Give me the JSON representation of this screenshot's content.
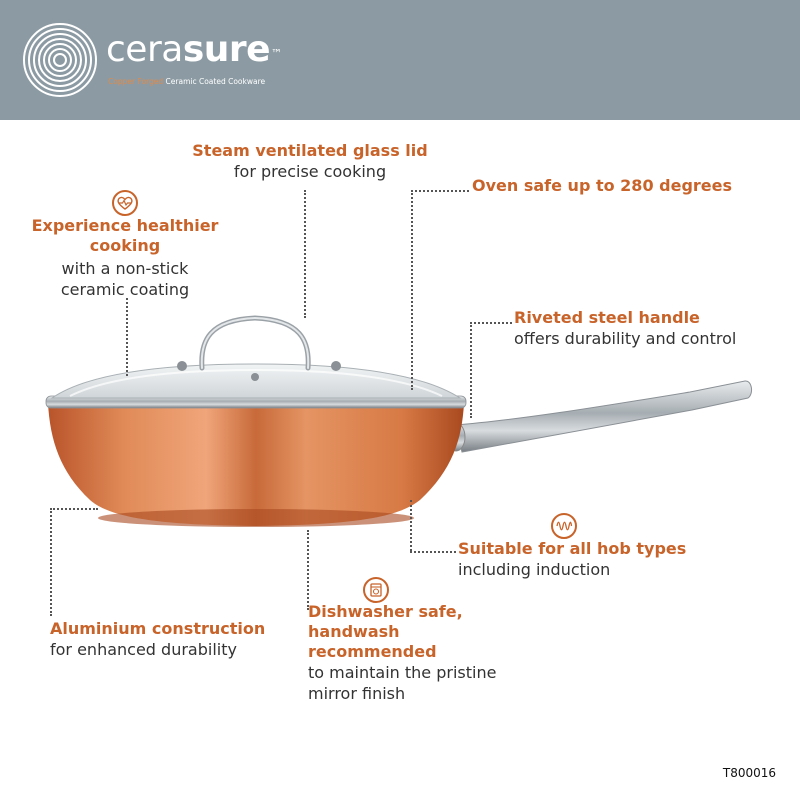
{
  "brand": {
    "name_part1": "cera",
    "name_part2": "sure",
    "trademark": "™",
    "tagline_accent": "Copper Forged",
    "tagline_rest": " Ceramic Coated Cookware"
  },
  "features": {
    "lid": {
      "title": "Steam ventilated glass lid",
      "desc": "for precise cooking"
    },
    "oven": {
      "title": "Oven safe up to 280 degrees"
    },
    "healthy": {
      "title_line1": "Experience healthier",
      "title_line2": "cooking",
      "desc_line1": "with a non-stick",
      "desc_line2": "ceramic coating"
    },
    "handle": {
      "title": "Riveted steel handle",
      "desc": "offers durability and control"
    },
    "hob": {
      "title": "Suitable for all hob types",
      "desc": "including induction"
    },
    "dishwasher": {
      "title_line1": "Dishwasher safe,",
      "title_line2": "handwash",
      "title_line3": "recommended",
      "desc_line1": "to maintain the pristine",
      "desc_line2": "mirror finish"
    },
    "aluminium": {
      "title": "Aluminium construction",
      "desc": "for enhanced durability"
    }
  },
  "product_code": "T800016",
  "colors": {
    "accent": "#c8632a",
    "header": "#8c9ba3",
    "copper": "#d97a45"
  },
  "icons": {
    "logo": "concentric-rings-logo",
    "healthy": "heart-pulse-icon",
    "hob": "induction-coil-icon",
    "dishwasher": "dishwasher-icon"
  }
}
